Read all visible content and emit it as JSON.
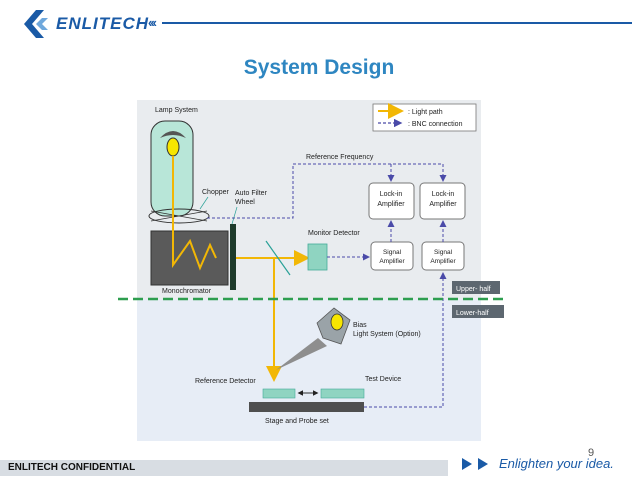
{
  "header": {
    "logo_text": "ENLITECH",
    "logo_arrows": "‹‹‹",
    "title": "System Design"
  },
  "diagram": {
    "legend": {
      "light_path": ": Light path",
      "bnc": ": BNC connection"
    },
    "labels": {
      "lamp_system": "Lamp System",
      "chopper": "Chopper",
      "auto_filter_1": "Auto Filter",
      "auto_filter_2": "Wheel",
      "reference_frequency": "Reference Frequency",
      "monitor_detector": "Monitor Detector",
      "monochromator": "Monochromator",
      "lockin_a_1": "Lock-in",
      "lockin_a_2": "Amplifier",
      "lockin_b_1": "Lock-in",
      "lockin_b_2": "Amplifier",
      "signal_a_1": "Signal",
      "signal_a_2": "Amplifier",
      "signal_b_1": "Signal",
      "signal_b_2": "Amplifier",
      "upper_half": "Upper- half",
      "lower_half": "Lower-half",
      "bias_1": "Bias",
      "bias_2": "Light System (Option)",
      "reference_detector": "Reference  Detector",
      "test_device": "Test Device",
      "stage": "Stage and Probe set"
    },
    "colors": {
      "light_path": "#f2b705",
      "bnc": "#4a4aa8",
      "divider": "#2e9e4f",
      "upper_bg": "#e9ecef",
      "lower_bg": "#e7edf6"
    }
  },
  "footer": {
    "page_number": "9",
    "confidential": "ENLITECH CONFIDENTIAL",
    "tagline": "Enlighten your idea."
  }
}
